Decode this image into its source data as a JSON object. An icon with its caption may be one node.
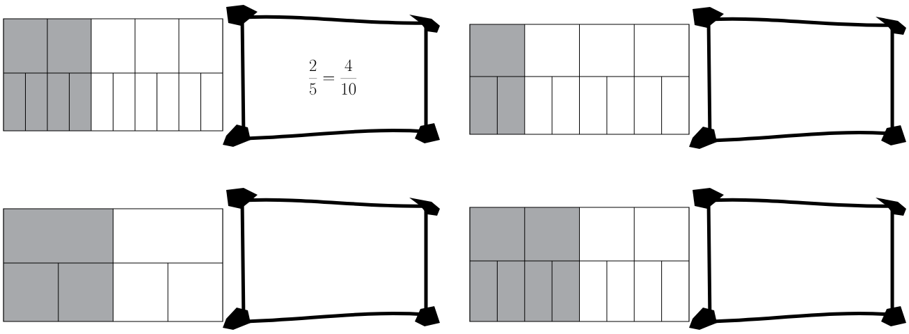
{
  "diagram": {
    "nodes": [
      {
        "text": [
          "\\frac{2}{5} = \\frac{4}{10}"
        ]
      },
      {
        "text": [],
        "shape": "box"
      },
      {
        "text": [],
        "shape": "box"
      },
      {
        "text": [],
        "shape": "box"
      }
    ]
  }
}
